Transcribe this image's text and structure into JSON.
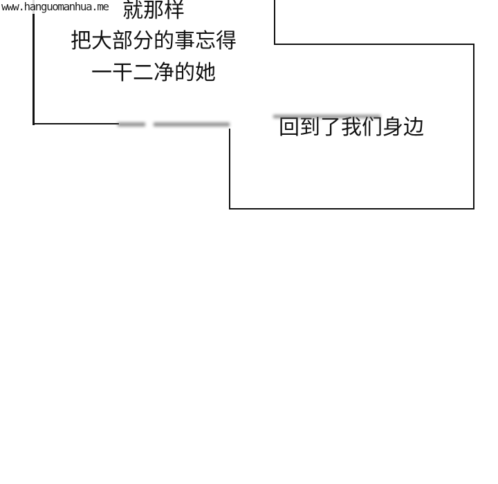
{
  "watermark": "www.hanguomanhua.me",
  "panel_left": {
    "lines": [
      "就那样",
      "把大部分的事忘得",
      "一干二净的她"
    ]
  },
  "panel_right": {
    "lines": [
      "回到了我们身边"
    ]
  }
}
